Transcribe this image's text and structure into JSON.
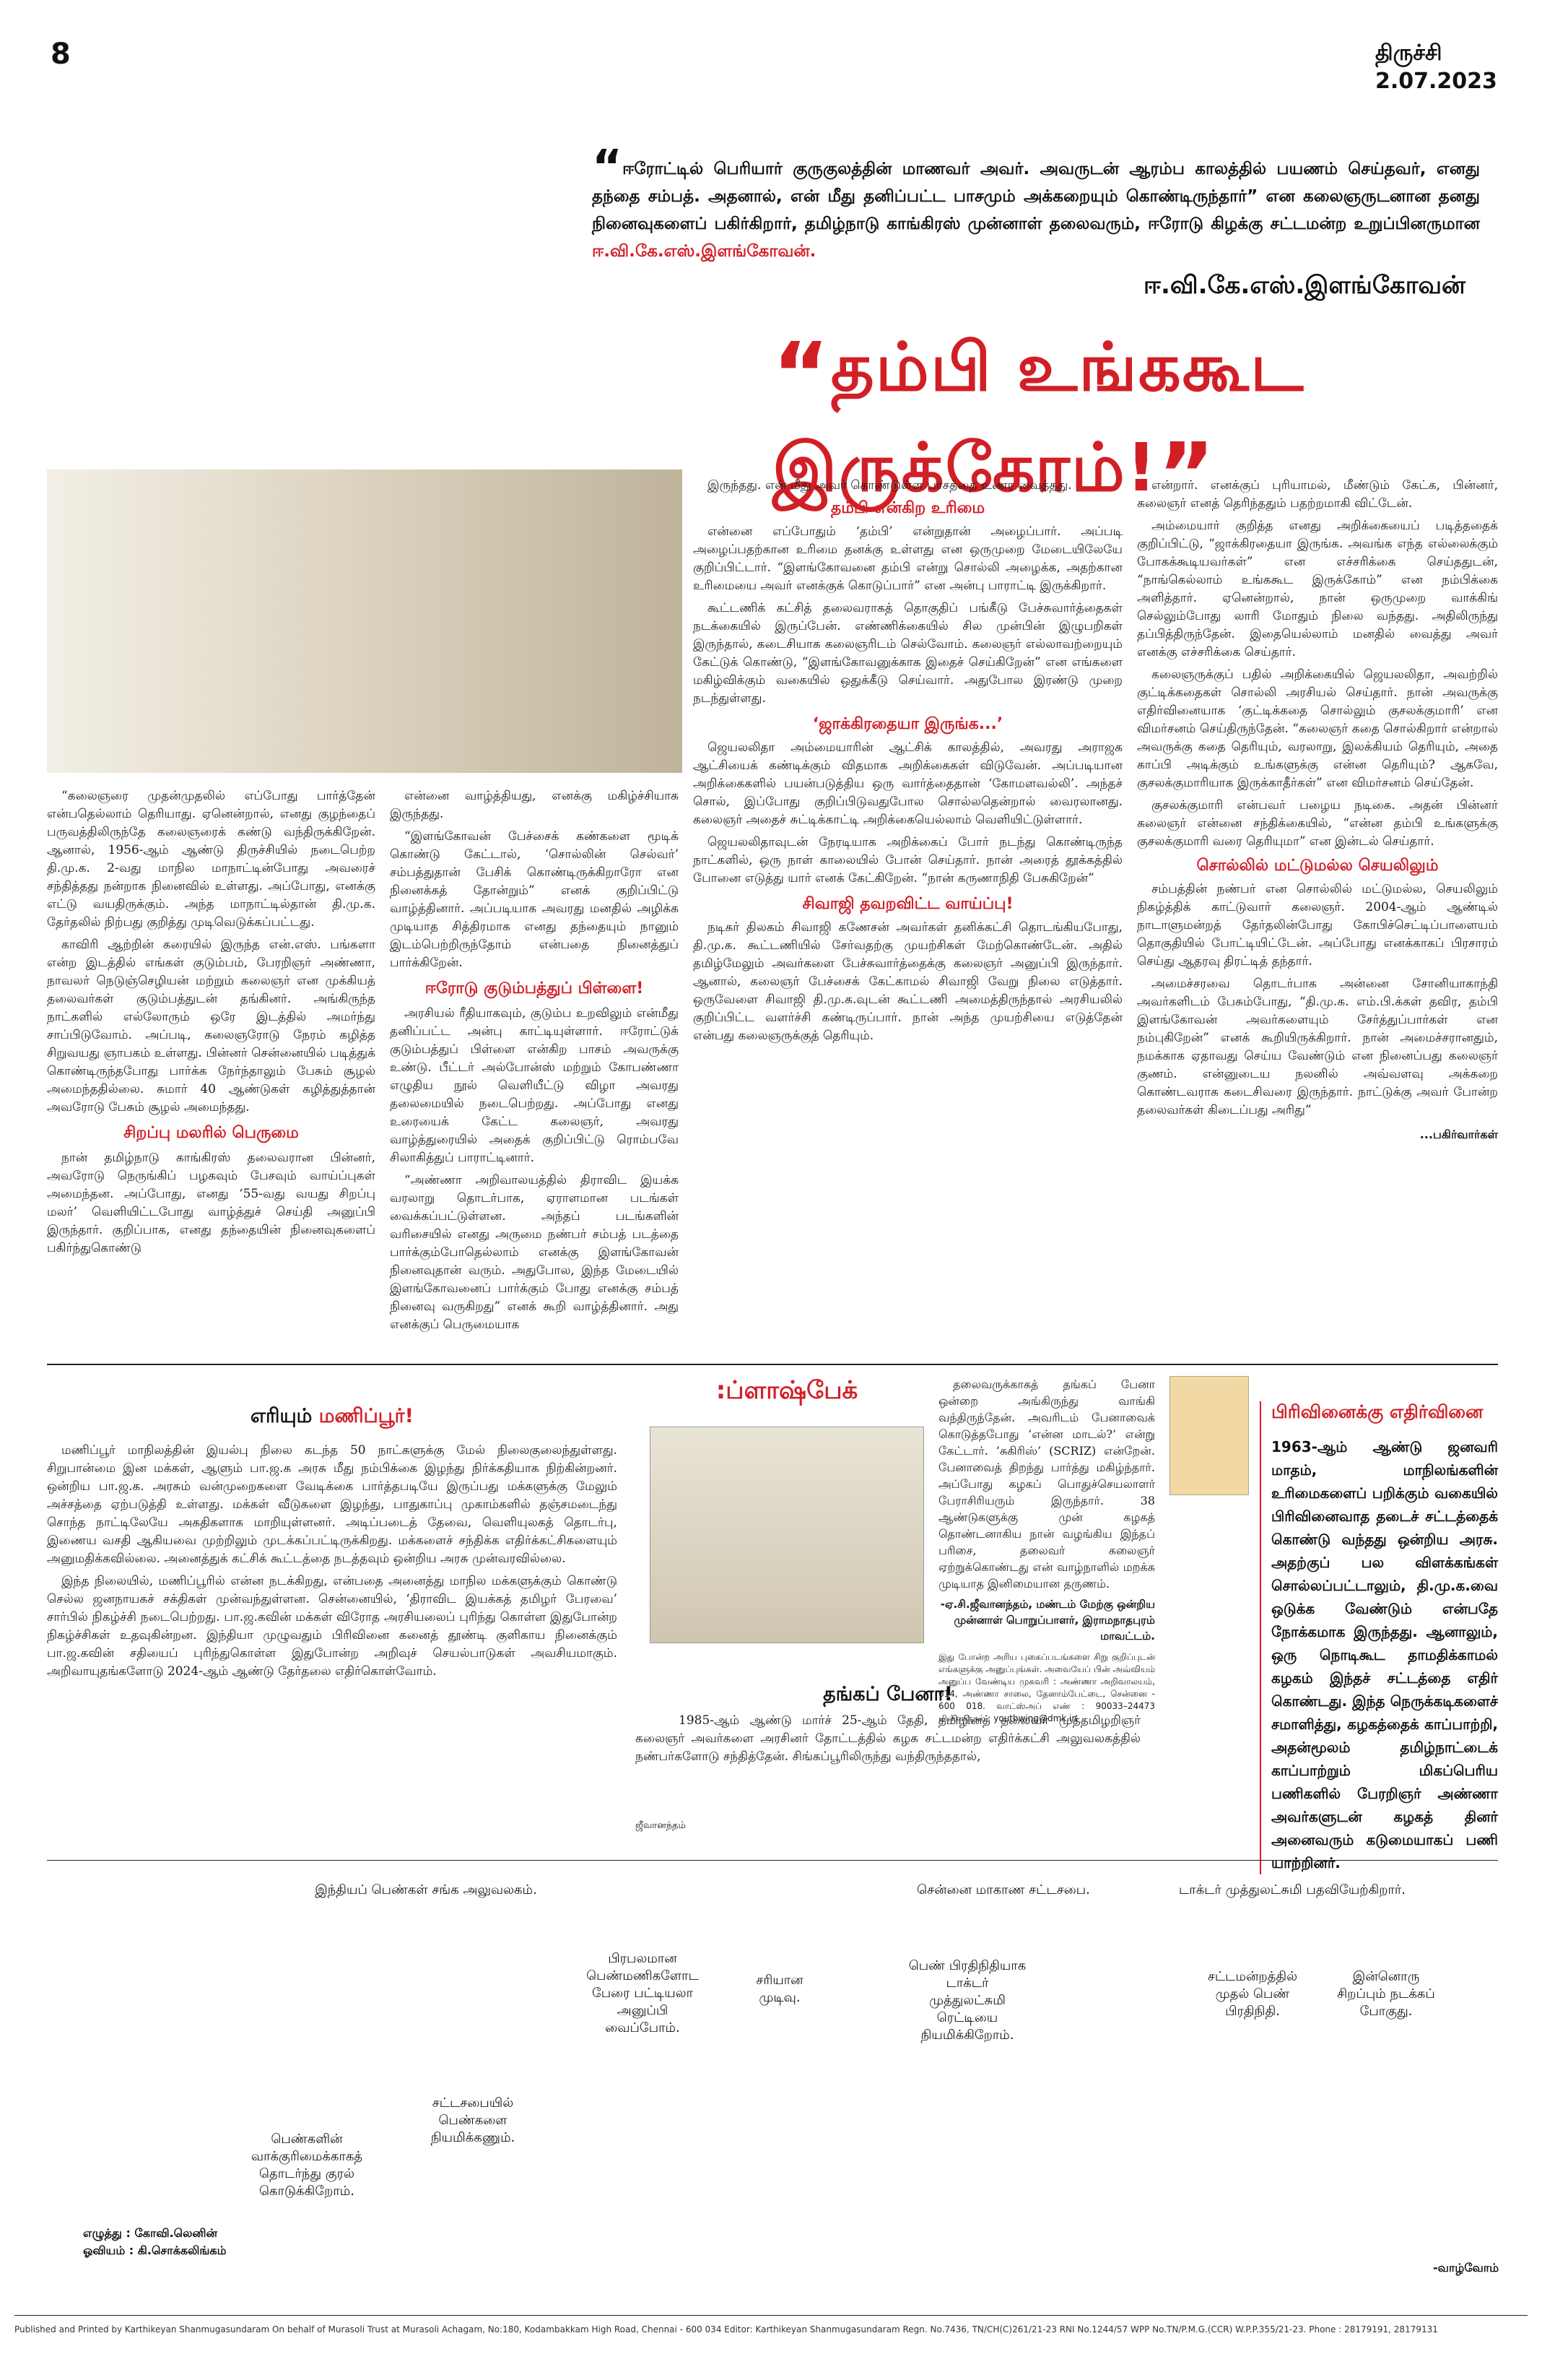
{
  "header": {
    "page_number": "8",
    "edition": "திருச்சி  2.07.2023"
  },
  "intro": {
    "open_quote": "“",
    "text": "ஈரோட்டில் பெரியார் குருகுலத்தின் மாணவர் அவர். அவருடன் ஆரம்ப காலத்தில் பயணம் செய்தவர், எனது தந்தை சம்பத். அதனால், என் மீது தனிப்பட்ட பாசமும் அக்கறையும் கொண்டிருந்தார்” என கலைஞருடனான தனது நினைவுகளைப் பகிர்கிறார், தமிழ்நாடு காங்கிரஸ் முன்னாள் தலைவரும், ஈரோடு கிழக்கு சட்டமன்ற உறுப்பினருமான",
    "name": "ஈ.வி.கே.எஸ்.இளங்கோவன்."
  },
  "byline": "ஈ.வி.கே.எஸ்.இளங்கோவன்",
  "headline": {
    "open_quote": "“",
    "text": "தம்பி உங்ககூட இருக்கோம்!",
    "close_quote": "”"
  },
  "col_a": {
    "p1": "“கலைஞரை முதன்முதலில் எப்போது பார்த்தேன் என்பதெல்லாம் தெரியாது. ஏனென்றால், எனது குழந்தைப் பருவத்திலிருந்தே கலைஞரைக் கண்டு வந்திருக்கிறேன். ஆனால், 1956-ஆம் ஆண்டு திருச்சியில் நடைபெற்ற தி.மு.க. 2-வது மாநில மாநாட்டின்போது அவரைச் சந்தித்தது நன்றாக நினைவில் உள்ளது. அப்போது, எனக்கு எட்டு வயதிருக்கும். அந்த மாநாட்டில்தான் தி.மு.க. தேர்தலில் நிற்பது குறித்து முடிவெடுக்கப்பட்டது.",
    "p2": "காவிரி ஆற்றின் கரையில் இருந்த என்.எஸ். பங்களா என்ற இடத்தில் எங்கள் குடும்பம், பேரறிஞர் அண்ணா, நாவலர் நெடுஞ்செழியன் மற்றும் கலைஞர் என முக்கியத் தலைவர்கள் குடும்பத்துடன் தங்கினர். அங்கிருந்த நாட்களில் எல்லோரும் ஒரே இடத்தில் அமர்ந்து சாப்பிடுவோம். அப்படி, கலைஞரோடு நேரம் கழித்த சிறுவயது ஞாபகம் உள்ளது. பின்னர் சென்னையில் படித்துக் கொண்டிருந்தபோது பார்க்க நேர்ந்தாலும் பேசும் சூழல் அமைந்ததில்லை. சுமார் 40 ஆண்டுகள் கழித்துத்தான் அவரோடு பேசும் சூழல் அமைந்தது.",
    "sub1": "சிறப்பு மலரில் பெருமை",
    "p3": "நான் தமிழ்நாடு காங்கிரஸ் தலைவரான பின்னர், அவரோடு நெருங்கிப் பழகவும் பேசவும் வாய்ப்புகள் அமைந்தன. அப்போது, எனது ‘55-வது வயது சிறப்பு மலர்’ வெளியிட்டபோது வாழ்த்துச் செய்தி அனுப்பி இருந்தார். குறிப்பாக, எனது தந்தையின் நினைவுகளைப் பகிர்ந்துகொண்டு"
  },
  "col_b": {
    "p1": "என்னை வாழ்த்தியது, எனக்கு மகிழ்ச்சியாக இருந்தது.",
    "p2": "“இளங்கோவன் பேச்சைக் கண்களை மூடிக் கொண்டு கேட்டால், ‘சொல்லின் செல்வர்’ சம்பத்துதான் பேசிக் கொண்டிருக்கிறாரோ என நினைக்கத் தோன்றும்” எனக் குறிப்பிட்டு வாழ்த்தினார். அப்படியாக அவரது மனதில் அழிக்க முடியாத சித்திரமாக எனது தந்தையும் நானும் இடம்பெற்றிருந்தோம் என்பதை நினைத்துப் பார்க்கிறேன்.",
    "sub1": "ஈரோடு குடும்பத்துப் பிள்ளை!",
    "p3": "அரசியல் ரீதியாகவும், குடும்ப உறவிலும் என்மீது தனிப்பட்ட அன்பு காட்டியுள்ளார். ஈரோட்டுக் குடும்பத்துப் பிள்ளை என்கிற பாசம் அவருக்கு உண்டு. பீட்டர் அல்போன்ஸ் மற்றும் கோபண்ணா எழுதிய நூல் வெளியீட்டு விழா அவரது தலைமையில் நடைபெற்றது. அப்போது எனது உரையைக் கேட்ட கலைஞர், அவரது வாழ்த்துரையில் அதைக் குறிப்பிட்டு ரொம்பவே சிலாகித்துப் பாராட்டினார்.",
    "p4": "“அண்ணா அறிவாலயத்தில் திராவிட இயக்க வரலாறு தொடர்பாக, ஏராளமான படங்கள் வைக்கப்பட்டுள்ளன. அந்தப் படங்களின் வரிசையில் எனது அருமை நண்பர் சம்பத் படத்தை பார்க்கும்போதெல்லாம் எனக்கு இளங்கோவன் நினைவுதான் வரும். அதுபோல, இந்த மேடையில் இளங்கோவனைப் பார்க்கும் போது எனக்கு சம்பத் நினைவு வருகிறது” எனக் கூறி வாழ்த்தினார். அது எனக்குப் பெருமையாக"
  },
  "col_c": {
    "p0": "இருந்தது. என் மீது அவர் கொண்டுள்ள பாசத்தை உணர வைத்தது.",
    "sub1": "தம்பி என்கிற உரிமை",
    "p1": "என்னை எப்போதும் ‘தம்பி’ என்றுதான் அழைப்பார். அப்படி அழைப்பதற்கான உரிமை தனக்கு உள்ளது என ஒருமுறை மேடையிலேயே குறிப்பிட்டார். “இளங்கோவனை தம்பி என்று சொல்லி அழைக்க, அதற்கான உரிமையை அவர் எனக்குக் கொடுப்பார்” என அன்பு பாராட்டி இருக்கிறார்.",
    "p2": "கூட்டணிக் கட்சித் தலைவராகத் தொகுதிப் பங்கீடு பேச்சுவார்த்தைகள் நடக்கையில் இருப்பேன். எண்ணிக்கையில் சில முன்பின் இழுபறிகள் இருந்தால், கடைசியாக கலைஞரிடம் செல்வோம். கலைஞர் எல்லாவற்றையும் கேட்டுக் கொண்டு, “இளங்கோவனுக்காக இதைச் செய்கிறேன்” என எங்களை மகிழ்விக்கும் வகையில் ஒதுக்கீடு செய்வார். அதுபோல இரண்டு முறை நடந்துள்ளது.",
    "sub2": "‘ஜாக்கிரதையா இருங்க...’",
    "p3": "ஜெயலலிதா அம்மையாரின் ஆட்சிக் காலத்தில், அவரது அராஜக ஆட்சியைக் கண்டிக்கும் விதமாக அறிக்கைகள் விடுவேன். அப்படியான அறிக்கைகளில் பயன்படுத்திய ஒரு வார்த்தைதான் ‘கோமளவல்லி’. அந்தச் சொல், இப்போது குறிப்பிடுவதுபோல சொல்லதென்றால் வைரலானது. கலைஞர் அதைச் சுட்டிக்காட்டி அறிக்கையெல்லாம் வெளியிட்டுள்ளார்.",
    "p4": "ஜெயலலிதாவுடன் நேரடியாக அறிக்கைப் போர் நடந்து கொண்டிருந்த நாட்களில், ஒரு நாள் காலையில் போன் செய்தார். நான் அரைத் தூக்கத்தில் போனை எடுத்து யார் எனக் கேட்கிறேன். “நான் கருணாநிதி பேசுகிறேன்”",
    "sub3": "சிவாஜி தவறவிட்ட வாய்ப்பு!",
    "p5": "நடிகர் திலகம் சிவாஜி கணேசன் அவர்கள் தனிக்கட்சி தொடங்கியபோது, தி.மு.க. கூட்டணியில் சேர்வதற்கு முயற்சிகள் மேற்கொண்டேன். அதில் தமிழ்மேலும் அவர்களை பேச்சுவார்த்தைக்கு கலைஞர் அனுப்பி இருந்தார். ஆனால், கலைஞர் பேச்சைக் கேட்காமல் சிவாஜி வேறு நிலை எடுத்தார். ஒருவேளை சிவாஜி தி.மு.க.வுடன் கூட்டணி அமைத்திருந்தால் அரசியலில் குறிப்பிட்ட வளர்ச்சி கண்டிருப்பார். நான் அந்த முயற்சியை எடுத்தேன் என்பது கலைஞருக்குத் தெரியும்."
  },
  "col_d": {
    "p1": "என்றார். எனக்குப் புரியாமல், மீண்டும் கேட்க, பின்னர், கலைஞர் எனத் தெரிந்ததும் பதற்றமாகி விட்டேன்.",
    "p2": "அம்மையார் குறித்த எனது அறிக்கையைப் படித்ததைக் குறிப்பிட்டு, “ஜாக்கிரதையா இருங்க. அவங்க எந்த எல்லைக்கும் போகக்கூடியவர்கள்” என எச்சரிக்கை செய்ததுடன், “நாங்கெல்லாம் உங்ககூட இருக்கோம்” என நம்பிக்கை அளித்தார். ஏனென்றால், நான் ஒருமுறை வாக்கிங் செல்லும்போது லாரி மோதும் நிலை வந்தது. அதிலிருந்து தப்பித்திருந்தேன். இதையெல்லாம் மனதில் வைத்து அவர் எனக்கு எச்சரிக்கை செய்தார்.",
    "p3": "கலைஞருக்குப் பதில் அறிக்கையில் ஜெயலலிதா, அவற்றில் குட்டிக்கதைகள் சொல்லி அரசியல் செய்தார். நான் அவருக்கு எதிர்வினையாக ‘குட்டிக்கதை சொல்லும் குசலக்குமாரி’ என விமர்சனம் செய்திருந்தேன். “கலைஞர் கதை சொல்கிறார் என்றால் அவருக்கு கதை தெரியும், வரலாறு, இலக்கியம் தெரியும், அதை காப்பி அடிக்கும் உங்களுக்கு என்ன தெரியும்? ஆகவே, குசலக்குமாரியாக இருக்காதீர்கள்” என விமர்சனம் செய்தேன்.",
    "p4": "குசலக்குமாரி என்பவர் பழைய நடிகை. அதன் பின்னர் கலைஞர் என்னை சந்திக்கையில், “என்ன தம்பி உங்களுக்கு குசலக்குமாரி வரை தெரியுமா” என இன்டல் செய்தார்.",
    "sub1": "சொல்லில் மட்டுமல்ல செயலிலும்",
    "p5": "சம்பத்தின் நண்பர் என சொல்லில் மட்டுமல்ல, செயலிலும் நிகழ்த்திக் காட்டுவார் கலைஞர். 2004-ஆம் ஆண்டில் நாடாளுமன்றத் தேர்தலின்போது கோபிச்செட்டிப்பாளையம் தொகுதியில் போட்டியிட்டேன். அப்போது எனக்காகப் பிரசாரம் செய்து ஆதரவு திரட்டித் தந்தார்.",
    "p6": "அமைச்சரவை தொடர்பாக அன்னை சோனியாகாந்தி அவர்களிடம் பேசும்போது, “தி.மு.க. எம்.பி.க்கள் தவிர, தம்பி இளங்கோவன் அவர்களையும் சேர்த்துப்பார்கள் என நம்புகிறேன்” எனக் கூறியிருக்கிறார். நான் அமைச்சரானதும், நமக்காக ஏதாவது செய்ய வேண்டும் என நினைப்பது கலைஞர் குணம். என்னுடைய நலனில் அவ்வளவு அக்கறை கொண்டவராக கடைசிவரை இருந்தார். நாட்டுக்கு அவர் போன்ற தலைவர்கள் கிடைப்பது அரிது”",
    "signoff": "...பகிர்வார்கள்"
  },
  "manipur": {
    "title_black": "எரியும் ",
    "title_red": "மணிப்பூர்!",
    "p1": "மணிப்பூர் மாநிலத்தின் இயல்பு நிலை கடந்த 50 நாட்களுக்கு மேல் நிலைகுலைந்துள்ளது. சிறுபான்மை இன மக்கள், ஆளும் பா.ஜ.க அரசு மீது நம்பிக்கை இழந்து நிர்க்கதியாக நிற்கின்றனர். ஒன்றிய பா.ஜ.க. அரசும் வன்முறைகளை வேடிக்கை பார்த்தபடியே இருப்பது மக்களுக்கு மேலும் அச்சத்தை ஏற்படுத்தி உள்ளது. மக்கள் வீடுகளை இழந்து, பாதுகாப்பு முகாம்களில் தஞ்சமடைந்து சொந்த நாட்டிலேயே அகதிகளாக மாறியுள்ளனர். அடிப்படைத் தேவை, வெளியுலகத் தொடர்பு, இணைய வசதி ஆகியவை முற்றிலும் முடக்கப்பட்டிருக்கிறது. மக்களைச் சந்திக்க எதிர்க்கட்சிகளையும் அனுமதிக்கவில்லை. அனைத்துக் கட்சிக் கூட்டத்தை நடத்தவும் ஒன்றிய அரசு முன்வரவில்லை.",
    "p2": "இந்த நிலையில், மணிப்பூரில் என்ன நடக்கிறது, என்பதை அனைத்து மாநில மக்களுக்கும் கொண்டு செல்ல ஜனநாயகச் சக்திகள் முன்வந்துள்ளன. சென்னையில், ‘திராவிட இயக்கத் தமிழர் பேரவை’ சார்பில் நிகழ்ச்சி நடைபெற்றது. பா.ஜ.கவின் மக்கள் விரோத அரசியலைப் புரிந்து கொள்ள இதுபோன்ற நிகழ்ச்சிகள் உதவுகின்றன. இந்தியா முழுவதும் பிரிவினை கனைத் தூண்டி குளிகாய நினைக்கும் பா.ஜ.கவின் சதியைப் புரிந்துகொள்ள இதுபோன்ற அறிவுச் செயல்பாடுகள் அவசியமாகும். அறிவாயுதங்களோடு 2024-ஆம் ஆண்டு தேர்தலை எதிர்கொள்வோம்."
  },
  "flashback": {
    "title": ":ப்ளாஷ்பேக்",
    "p1": "தலைவருக்காகத் தங்கப் பேனா ஒன்றை அங்கிருந்து வாங்கி வந்திருந்தேன். அவரிடம் பேனாவைக் கொடுத்தபோது ‘என்ன மாடல்?’ என்று கேட்டார். ‘சுகிரிஸ்’ (SCRIZ) என்றேன். பேனாவைத் திறந்து பார்த்து மகிழ்ந்தார். அப்போது கழகப் பொதுச்செயலாளர் பேராசிரியரும் இருந்தார். 38 ஆண்டுகளுக்கு முன் கழகத் தொண்டனாகிய நான் வழங்கிய இந்தப் பரிசை, தலைவர் கலைஞர் ஏற்றுக்கொண்டது என் வாழ்நாளில் மறக்க முடியாத இனிமையான தருணம்.",
    "attrib": "-ஏ.சி.ஜீவானந்தம், மண்டம் மேற்கு ஒன்றிய முன்னாள் பொறுப்பாளர், இராமநாதபுரம் மாவட்டம்.",
    "addr": "இது போன்ற அரிய புகைப்படங்களை சிறு குறிப்புடன் எங்களுக்கு அனுப்புங்கள். அவையேப் பின் அவ்வியம் அனுப்ப வேண்டிய முகவரி : அண்ணா அறிவாலயம், 614, அண்ணா சாலை, தேனாம்பேட்டை, சென்னை - 600 018. வாட்ஸ்அப் எண் : 90033–24473 மின்னஞ்சல் : youthwing@dmk.in",
    "pen_title": "தங்கப் பேனா!",
    "pen_text": "1985-ஆம் ஆண்டு மார்ச் 25-ஆம் தேதி, தமிழினத் தலைவர் முத்தமிழறிஞர் கலைஞர் அவர்களை அரசினர் தோட்டத்தில் கழக சட்டமன்ற எதிர்க்கட்சி அலுவலகத்தில் நண்பர்களோடு சந்தித்தேன். சிங்கப்பூரிலிருந்து வந்திருந்ததால்,",
    "small_credit": "ஜீவானந்தம்"
  },
  "opposition": {
    "title": "பிரிவினைக்கு எதிர்வினை",
    "text": "1963-ஆம் ஆண்டு ஜனவரி மாதம், மாநிலங்களின் உரிமைகளைப் பறிக்கும் வகையில் பிரிவினைவாத தடைச் சட்டத்தைக் கொண்டு வந்தது ஒன்றிய அரசு. அதற்குப் பல விளக்கங்கள் சொல்லப்பட்டாலும், தி.மு.க.வை ஒடுக்க வேண்டும் என்பதே நோக்கமாக இருந்தது. ஆனாலும், ஒரு நொடிகூட தாமதிக்காமல் கழகம் இந்தச் சட்டத்தை எதிர் கொண்டது. இந்த நெருக்கடிகளைச் சமாளித்து, கழகத்தைக் காப்பாற்றி, அதன்மூலம் தமிழ்நாட்டைக் காப்பாற்றும் மிகப்பெரிய பணிகளில் பேரறிஞர் அண்ணா அவர்களுடன் கழகத் தினர் அனைவரும் கடுமையாகப் பணி யாற்றினர்."
  },
  "comic": {
    "cap1": "இந்தியப் பெண்கள் சங்க அலுவலகம்.",
    "cap2": "சென்னை மாகாண சட்டசபை.",
    "cap3": "டாக்டர் முத்துலட்சுமி பதவியேற்கிறார்.",
    "b1": "பிரபலமான பெண்மணிகளோட பேரை பட்டியலா அனுப்பி வைப்போம்.",
    "b2": "சரியான முடிவு.",
    "b3": "பெண் பிரதிநிதியாக டாக்டர் முத்துலட்சுமி ரெட்டியை நியமிக்கிறோம்.",
    "b4": "சட்டமன்றத்தில் முதல் பெண் பிரதிநிதி.",
    "b5": "இன்னொரு சிறப்பும் நடக்கப் போகுது.",
    "b6": "சட்டசபையில் பெண்களை நியமிக்கணும்.",
    "b7": "பெண்களின் வாக்குரிமைக்காகத் தொடர்ந்து குரல் கொடுக்கிறோம்.",
    "credit_writer": "எழுத்து : கோவி.லெனின்",
    "credit_artist": "ஓவியம் : கி.சொக்கலிங்கம்",
    "end": "-வாழ்வோம்"
  },
  "imprint": "Published and Printed by Karthikeyan Shanmugasundaram On behalf of Murasoli Trust at Murasoli Achagam, No:180, Kodambakkam High Road, Chennai - 600 034 Editor: Karthikeyan Shanmugasundaram Regn. No.7436, TN/CH(C)261/21-23 RNI No.1244/57 WPP No.TN/P.M.G.(CCR) W.P.P.355/21-23. Phone : 28179191, 28179131",
  "colors": {
    "accent": "#d21f26",
    "text": "#111111"
  }
}
